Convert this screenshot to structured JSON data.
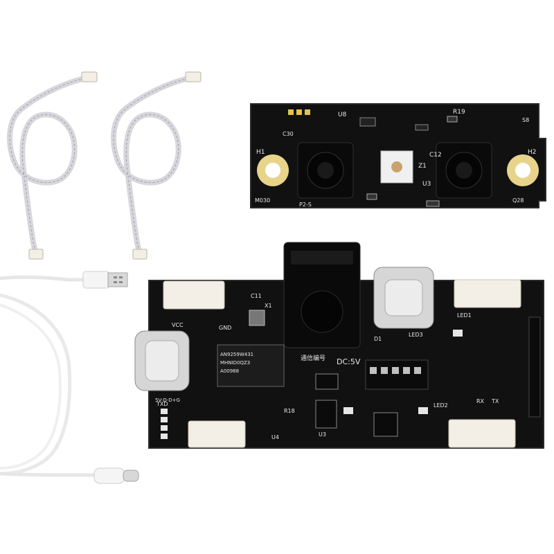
{
  "product_photo": {
    "background_color": "#ffffff",
    "board_color": "#111111",
    "silkscreen_color": "#e8e8e8",
    "mount_hole_color": "#e7d48a",
    "cable_color": "#d9d9dd",
    "connector_color": "#f3efe6",
    "items": [
      "cable-harness-left",
      "cable-harness-right",
      "usb-a-to-usb-c-cable",
      "dual-lens-camera-board",
      "interface-carrier-board"
    ]
  },
  "camera_board": {
    "labels": {
      "h1": "H1",
      "h2": "H2",
      "u8": "U8",
      "u3": "U3",
      "z1": "Z1",
      "r19": "R19",
      "c12": "C12",
      "c30": "C30",
      "q28": "Q28",
      "m030": "M030",
      "p2": "P2-S",
      "s8": "S8"
    }
  },
  "main_board": {
    "labels": {
      "dc5v": "DC:5V",
      "mcu": "通信编号",
      "chip_line1": "AN9259W431",
      "chip_line2": "MHNID0QZ3",
      "chip_line3": "A00988",
      "txd": "TXD",
      "led1": "LED1",
      "led2": "LED2",
      "led3": "LED3",
      "gnd": "GND",
      "c11": "C11",
      "r18": "R18",
      "u3": "U3",
      "u4": "U4",
      "x1": "X1",
      "d1": "D1",
      "vcc": "VCC",
      "pins": "5V-D-D+G",
      "rx": "RX",
      "tx": "TX"
    }
  }
}
